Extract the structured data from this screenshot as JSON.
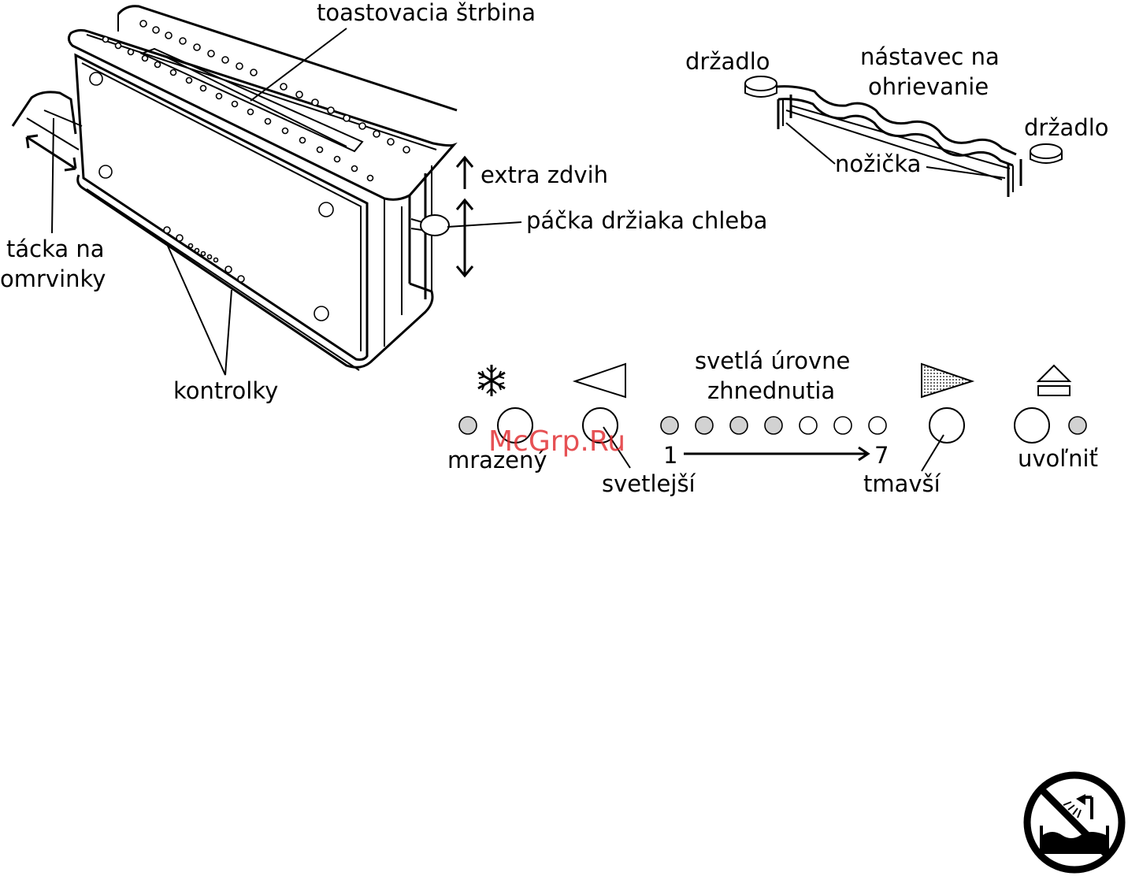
{
  "labels": {
    "slot": "toastovacia štrbina",
    "handle_left": "držadlo",
    "warming_rack": [
      "nástavec na",
      "ohrievanie"
    ],
    "handle_right": "držadlo",
    "foot": "nožička",
    "extra_lift": "extra zdvih",
    "lever": "páčka držiaka chleba",
    "crumb_tray": [
      "tácka na",
      "omrvinky"
    ],
    "indicators": "kontrolky",
    "browning_levels": [
      "svetlá úrovne",
      "zhnednutia"
    ],
    "frozen": "mrazený",
    "lighter": "svetlejší",
    "darker": "tmavší",
    "release": "uvoľniť",
    "level_min": "1",
    "level_max": "7"
  },
  "watermark": "McGrp.Ru",
  "icons": {
    "frozen": "snowflake-icon",
    "lighter": "triangle-left-icon",
    "darker": "triangle-right-dotted-icon",
    "release": "eject-icon",
    "warning": "no-water-immersion-icon"
  },
  "colors": {
    "ink": "#000000",
    "led_lit": "#d2d2d2",
    "watermark": "#e0262a"
  }
}
